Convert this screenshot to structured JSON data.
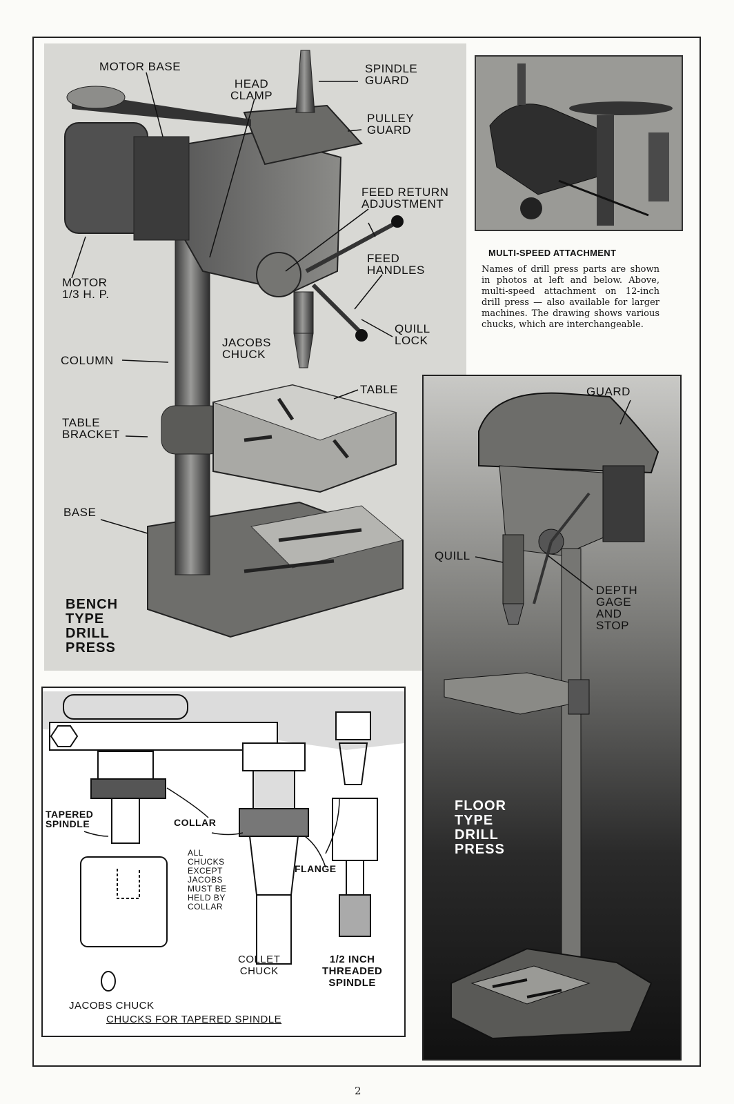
{
  "bench_labels": {
    "motor_base": "MOTOR BASE",
    "head_clamp": "HEAD\nCLAMP",
    "spindle_guard": "SPINDLE\nGUARD",
    "pulley_guard": "PULLEY\nGUARD",
    "feed_return": "FEED RETURN\nADJUSTMENT",
    "feed_handles": "FEED\nHANDLES",
    "motor": "MOTOR\n1/3 H. P.",
    "quill_lock": "QUILL\nLOCK",
    "jacobs_chuck": "JACOBS\nCHUCK",
    "column": "COLUMN",
    "table": "TABLE",
    "table_bracket": "TABLE\nBRACKET",
    "base": "BASE",
    "title": "BENCH\nTYPE\nDRILL\nPRESS"
  },
  "multi_speed": {
    "title": "MULTI-SPEED ATTACHMENT",
    "body": "Names of drill press parts are shown in photos at left and below. Above, multi-speed attachment on 12-inch drill press — also available for larger machines. The drawing shows various chucks, which are interchangeable."
  },
  "floor_labels": {
    "guard": "GUARD",
    "quill": "QUILL",
    "depth_gage": "DEPTH\nGAGE\nAND\nSTOP",
    "title": "FLOOR\nTYPE\nDRILL\nPRESS"
  },
  "chuck_labels": {
    "tapered_spindle": "TAPERED\nSPINDLE",
    "collar": "COLLAR",
    "all_chucks": "ALL\nCHUCKS\nEXCEPT\nJACOBS\nMUST BE\nHELD BY\nCOLLAR",
    "flange": "FLANGE",
    "jacobs_chuck": "JACOBS CHUCK",
    "collet_chuck": "COLLET\nCHUCK",
    "threaded_spindle": "1/2 INCH\nTHREADED\nSPINDLE",
    "caption": "CHUCKS FOR TAPERED SPINDLE"
  },
  "page_number": "2"
}
